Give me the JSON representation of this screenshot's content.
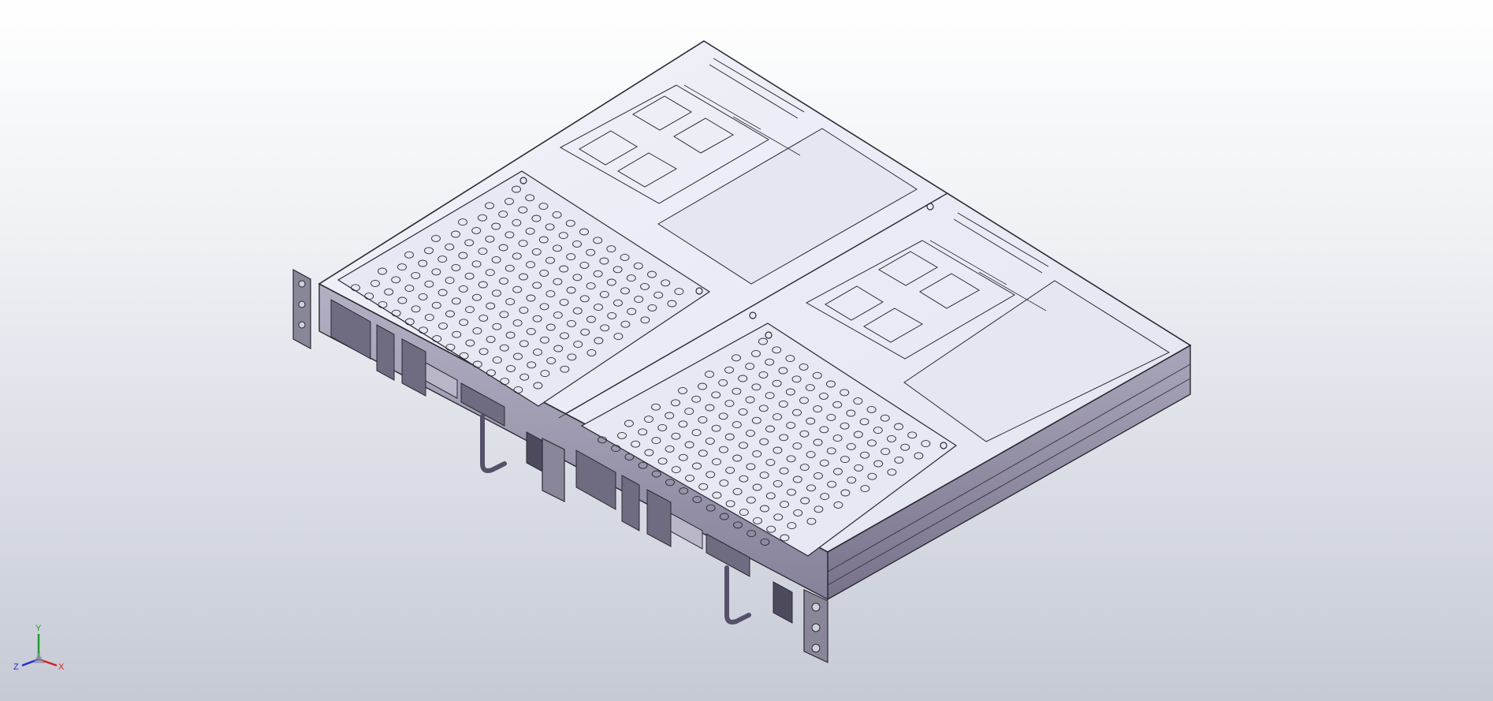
{
  "view": {
    "background_top": "#ffffff",
    "background_bottom": "#c6cad5",
    "line_color": "#2a2a33",
    "top_face_color": "#eceef6",
    "panel_color": "#dfe1ec",
    "side_face_color": "#8e89a0",
    "front_face_color": "#9a96aa"
  },
  "triad": {
    "y_label": "Y",
    "z_label": "Z",
    "x_label": "X",
    "y_color": "#1e9e2e",
    "z_color": "#1f2fd0",
    "x_color": "#d42020"
  }
}
